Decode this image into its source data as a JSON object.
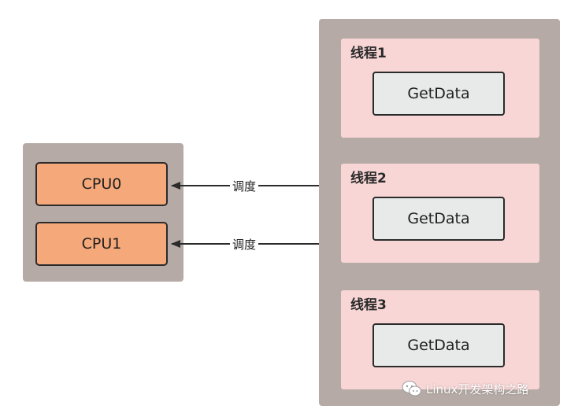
{
  "cpus": [
    {
      "label": "CPU0"
    },
    {
      "label": "CPU1"
    }
  ],
  "threads": [
    {
      "label": "线程1",
      "task": "GetData"
    },
    {
      "label": "线程2",
      "task": "GetData"
    },
    {
      "label": "线程3",
      "task": "GetData"
    }
  ],
  "edges": [
    {
      "label": "调度"
    },
    {
      "label": "调度"
    }
  ],
  "watermark": {
    "text": "Linux开发架构之路",
    "icon": "wechat-icon"
  },
  "colors": {
    "group_bg": "#b5aaa5",
    "cpu_fill": "#f5a97a",
    "thread_fill": "#f9d6d6",
    "task_fill": "#e8eaea"
  }
}
